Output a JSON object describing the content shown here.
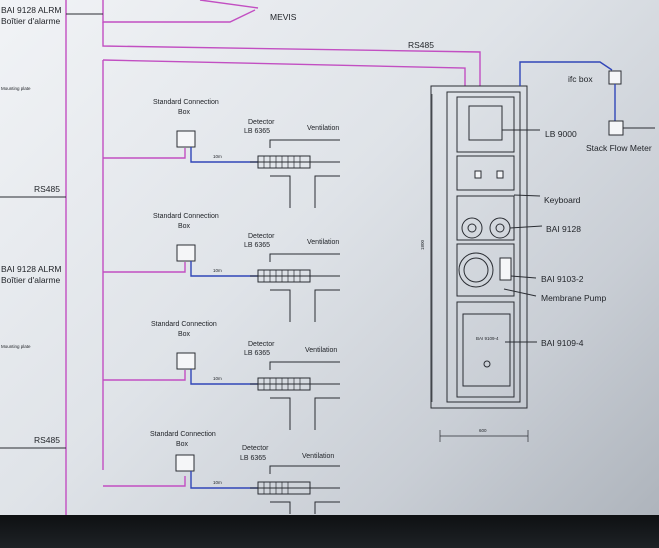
{
  "left_panel": {
    "top_title_1": "BAI 9128 ALRM",
    "top_title_2": "Boîtier d'alarme",
    "mounting_plate_1": "Mounting plate",
    "rs485_1": "RS485",
    "mid_title_1": "BAI 9128 ALRM",
    "mid_title_2": "Boîtier d'alarme",
    "mounting_plate_2": "Mounting plate",
    "rs485_2": "RS485"
  },
  "header_links": {
    "mevis": "MEVIS",
    "rs485": "RS485"
  },
  "branches": [
    {
      "box_label_1": "Standard Connection",
      "box_label_2": "Box",
      "detector_1": "Detector",
      "detector_2": "LB 6365",
      "ventilation": "Ventilation",
      "cable": "10m"
    },
    {
      "box_label_1": "Standard Connection",
      "box_label_2": "Box",
      "detector_1": "Detector",
      "detector_2": "LB 6365",
      "ventilation": "Ventilation",
      "cable": "10m"
    },
    {
      "box_label_1": "Standard Connection",
      "box_label_2": "Box",
      "detector_1": "Detector",
      "detector_2": "LB 6365",
      "ventilation": "Ventilation",
      "cable": "10m"
    },
    {
      "box_label_1": "Standard Connection",
      "box_label_2": "Box",
      "detector_1": "Detector",
      "detector_2": "LB 6365",
      "ventilation": "Ventilation",
      "cable": "10m"
    }
  ],
  "cabinet": {
    "height_dim": "1800",
    "width_dim": "600",
    "callouts": {
      "lb9000": "LB 9000",
      "keyboard": "Keyboard",
      "bai9128": "BAI 9128",
      "bai9103": "BAI 9103-2",
      "membrane_pump": "Membrane Pump",
      "bai9109": "BAI 9109-4"
    },
    "inner_label_bai9109": "BAI 9109-4"
  },
  "external": {
    "ifc_box": "ifc box",
    "stack_flow_meter": "Stack Flow Meter"
  },
  "colors": {
    "signal_line": "#c24fc2",
    "cable_line": "#3146b8"
  }
}
